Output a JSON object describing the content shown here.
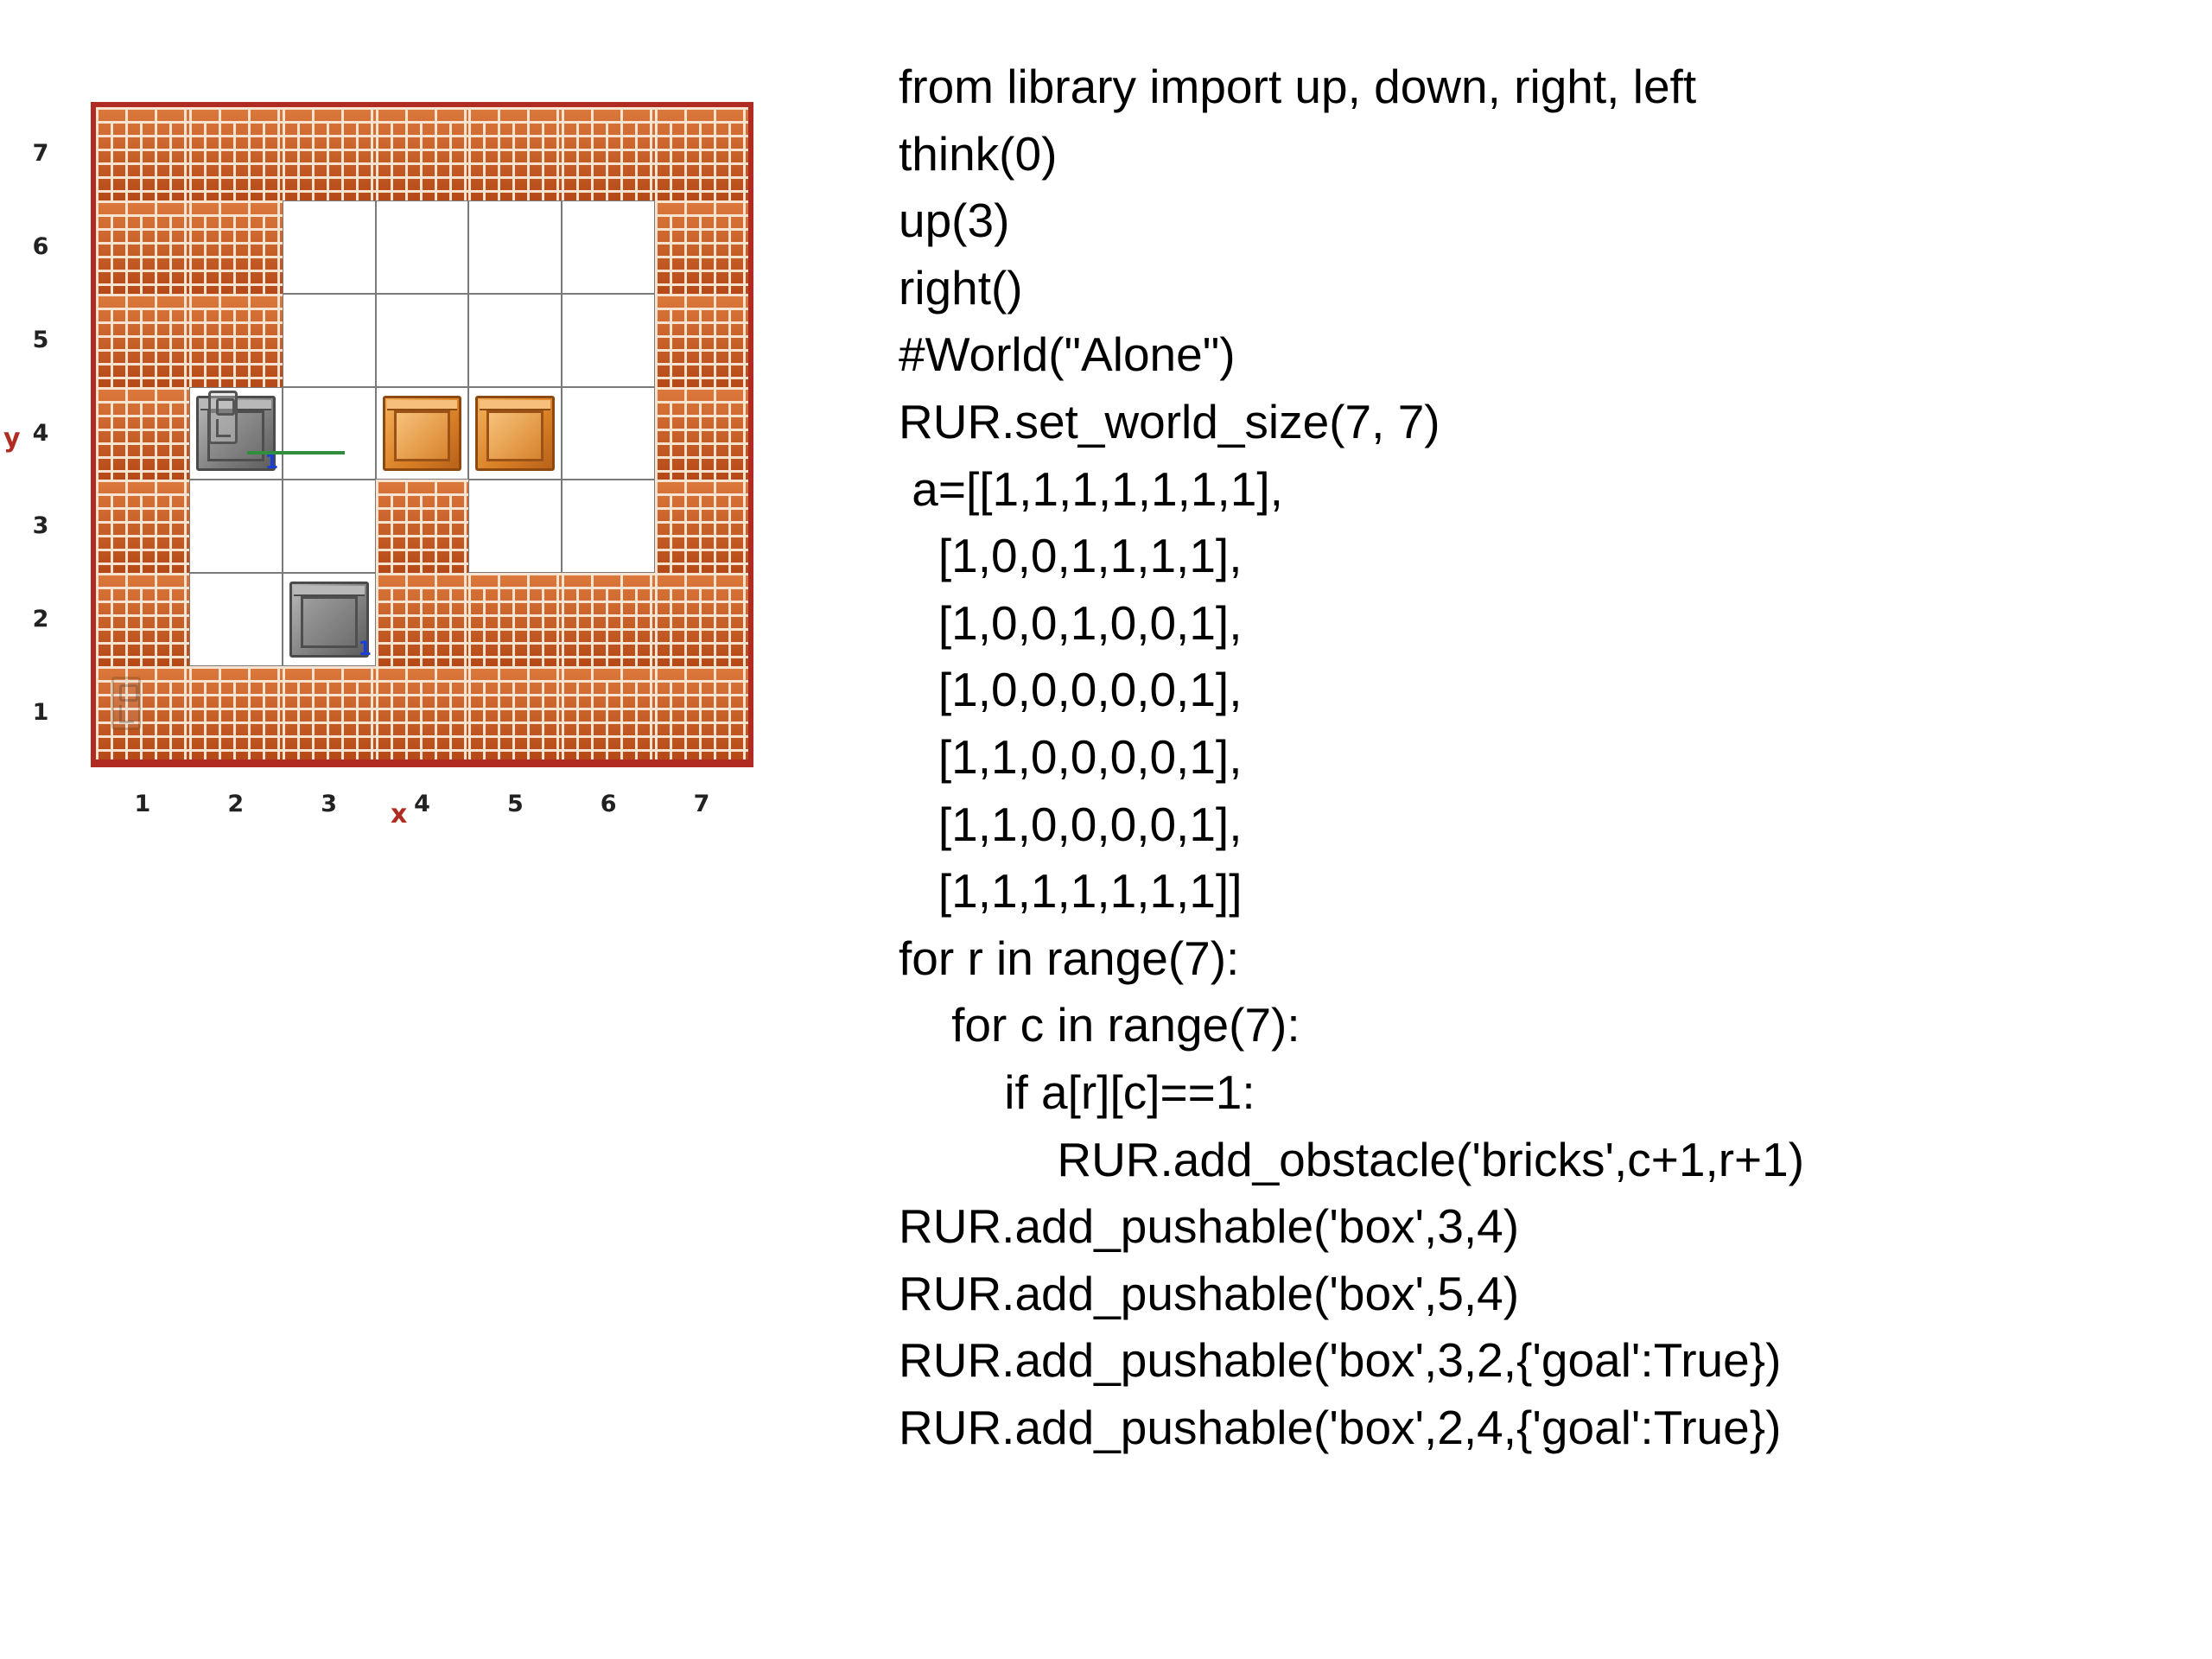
{
  "world": {
    "size": [
      7,
      7
    ],
    "x_axis_name": "x",
    "y_axis_name": "y",
    "x_ticks": [
      "1",
      "2",
      "3",
      "4",
      "5",
      "6",
      "7"
    ],
    "y_ticks": [
      "7",
      "6",
      "5",
      "4",
      "3",
      "2",
      "1"
    ],
    "layout": [
      [
        1,
        1,
        1,
        1,
        1,
        1,
        1
      ],
      [
        1,
        1,
        0,
        0,
        0,
        0,
        1
      ],
      [
        1,
        1,
        0,
        0,
        0,
        0,
        1
      ],
      [
        1,
        0,
        0,
        0,
        0,
        0,
        1
      ],
      [
        1,
        0,
        0,
        1,
        0,
        0,
        1
      ],
      [
        1,
        0,
        0,
        1,
        1,
        1,
        1
      ],
      [
        1,
        1,
        1,
        1,
        1,
        1,
        1
      ]
    ],
    "boxes": [
      {
        "col": 4,
        "row": 4,
        "kind": "box",
        "color": "#d97f25"
      },
      {
        "col": 5,
        "row": 4,
        "kind": "box",
        "color": "#d97f25"
      },
      {
        "col": 3,
        "row": 2,
        "kind": "goal",
        "color": "#7e7e7e",
        "badge": "1"
      },
      {
        "col": 2,
        "row": 4,
        "kind": "goal",
        "color": "#7e7e7e",
        "badge": "1"
      }
    ],
    "robot": {
      "col": 2,
      "row": 4,
      "facing": "east",
      "trace_color": "#2f8f3f"
    },
    "robot_start": {
      "col": 1,
      "row": 1
    },
    "frame_color": "#b02c22",
    "brick_color": "#c9541c"
  },
  "code_lines": [
    "from library import up, down, right, left",
    "think(0)",
    "up(3)",
    "right()",
    "#World(\"Alone\")",
    "RUR.set_world_size(7, 7)",
    " a=[[1,1,1,1,1,1,1],",
    "   [1,0,0,1,1,1,1],",
    "   [1,0,0,1,0,0,1],",
    "   [1,0,0,0,0,0,1],",
    "   [1,1,0,0,0,0,1],",
    "   [1,1,0,0,0,0,1],",
    "   [1,1,1,1,1,1,1]]",
    "for r in range(7):",
    "    for c in range(7):",
    "        if a[r][c]==1:",
    "            RUR.add_obstacle('bricks',c+1,r+1)",
    "RUR.add_pushable('box',3,4)",
    "RUR.add_pushable('box',5,4)",
    "RUR.add_pushable('box',3,2,{'goal':True})",
    "RUR.add_pushable('box',2,4,{'goal':True})"
  ]
}
